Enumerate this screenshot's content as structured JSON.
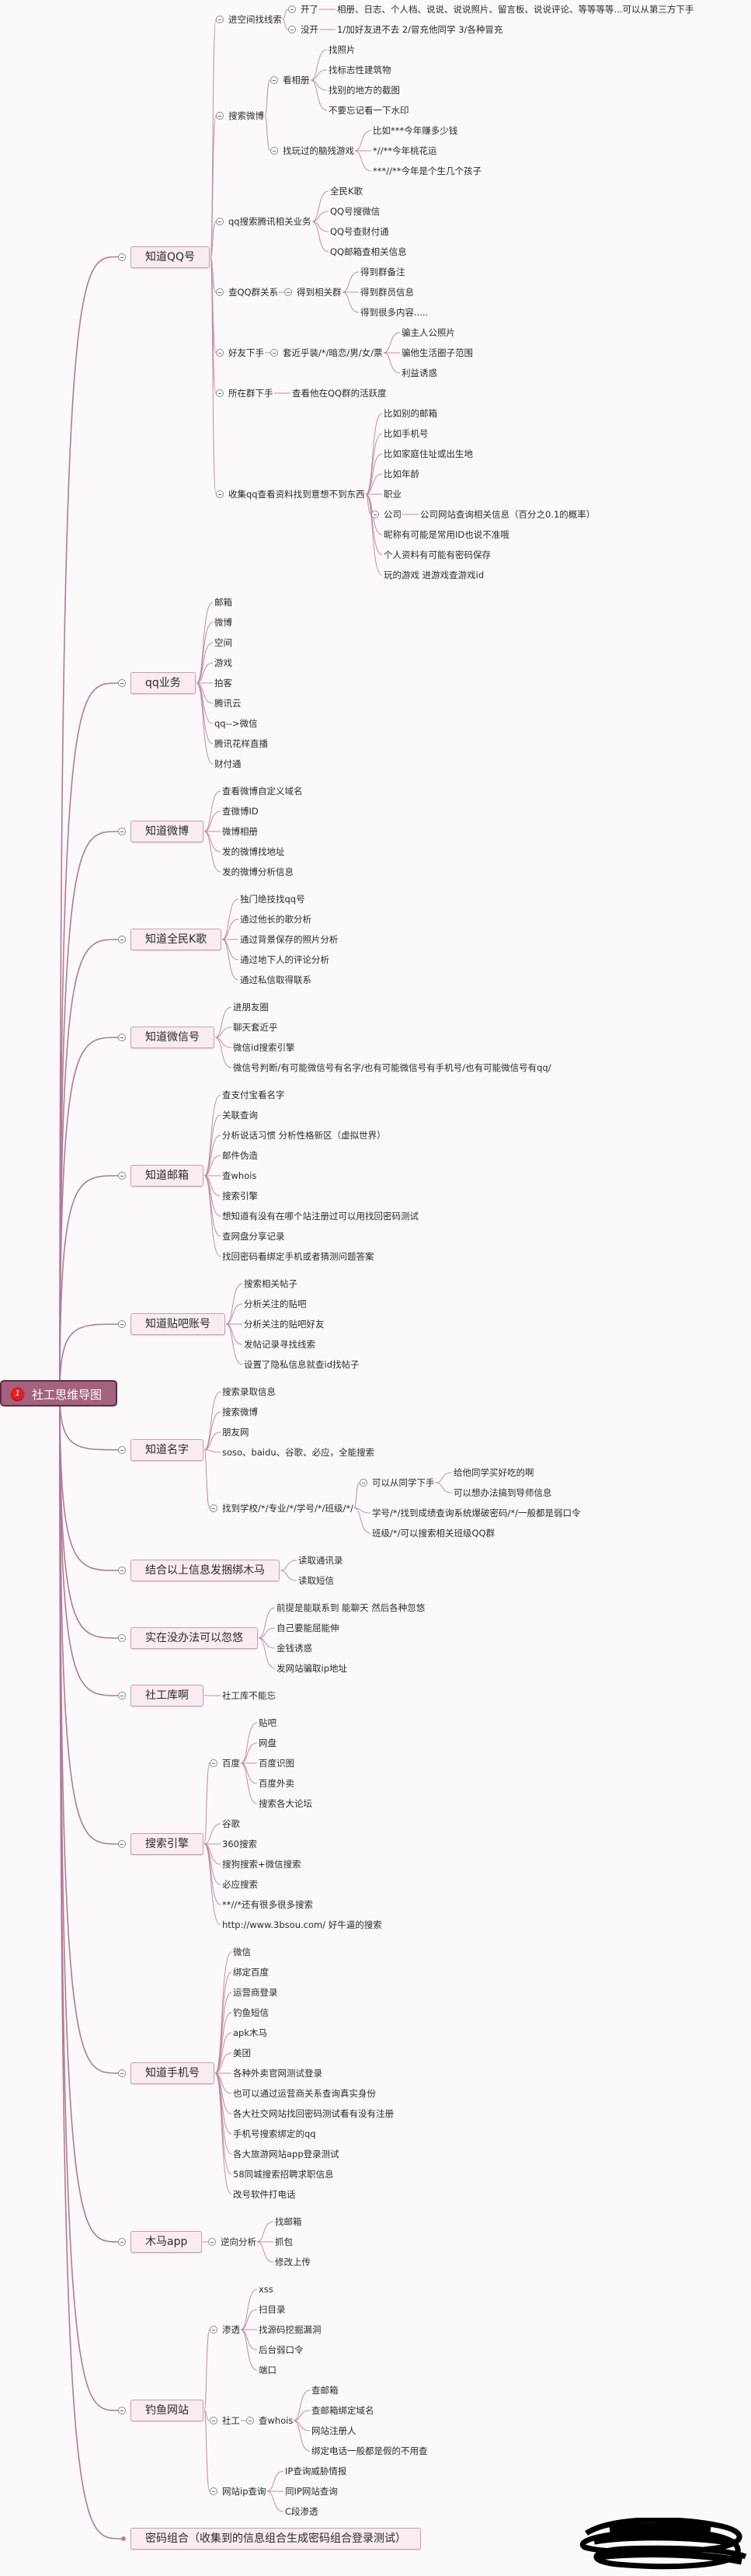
{
  "root": {
    "badge": "1",
    "label": "社工思维导图",
    "children": [
      {
        "label": "知道QQ号",
        "children": [
          {
            "label": "进空间找线索",
            "children": [
              {
                "label": "开了",
                "children": [
                  {
                    "label": "相册、日志、个人档、说说、说说照片、留言板、说说评论、等等等等...可以从第三方下手"
                  }
                ]
              },
              {
                "label": "没开",
                "children": [
                  {
                    "label": "1/加好友进不去  2/冒充他同学  3/各种冒充"
                  }
                ]
              }
            ]
          },
          {
            "label": "搜索微博",
            "children": [
              {
                "label": "看相册",
                "children": [
                  {
                    "label": "找照片"
                  },
                  {
                    "label": "找标志性建筑物"
                  },
                  {
                    "label": "找别的地方的截图"
                  },
                  {
                    "label": "不要忘记看一下水印"
                  }
                ]
              },
              {
                "label": "找玩过的脑残游戏",
                "children": [
                  {
                    "label": "比如***今年赚多少钱"
                  },
                  {
                    "label": "*//**今年桃花运"
                  },
                  {
                    "label": "***//**今年是个生几个孩子"
                  }
                ]
              }
            ]
          },
          {
            "label": "qq搜索腾讯相关业务",
            "children": [
              {
                "label": "全民K歌"
              },
              {
                "label": "QQ号搜微信"
              },
              {
                "label": "QQ号查财付通"
              },
              {
                "label": "QQ邮箱查相关信息"
              }
            ]
          },
          {
            "label": "查QQ群关系",
            "children": [
              {
                "label": "得到相关群",
                "children": [
                  {
                    "label": "得到群备注"
                  },
                  {
                    "label": "得到群员信息"
                  },
                  {
                    "label": "得到很多内容....."
                  }
                ]
              }
            ]
          },
          {
            "label": "好友下手",
            "children": [
              {
                "label": "套近乎装/*/暗恋/男/女/票",
                "children": [
                  {
                    "label": "骗主人公照片"
                  },
                  {
                    "label": "骗他生活圈子范围"
                  },
                  {
                    "label": "利益诱惑"
                  }
                ]
              }
            ]
          },
          {
            "label": "所在群下手",
            "children": [
              {
                "label": "查看他在QQ群的活跃度"
              }
            ]
          },
          {
            "label": "收集qq查看资料找到意想不到东西",
            "children": [
              {
                "label": "比如别的邮箱"
              },
              {
                "label": "比如手机号"
              },
              {
                "label": "比如家庭住址或出生地"
              },
              {
                "label": "比如年龄"
              },
              {
                "label": "职业"
              },
              {
                "label": "公司",
                "children": [
                  {
                    "label": "公司网站查询相关信息（百分之0.1的概率）"
                  }
                ]
              },
              {
                "label": "昵称有可能是常用ID也说不准哦"
              },
              {
                "label": "个人资料有可能有密码保存"
              },
              {
                "label": "玩的游戏 进游戏查游戏id"
              }
            ]
          }
        ]
      },
      {
        "label": "qq业务",
        "children": [
          {
            "label": "邮箱"
          },
          {
            "label": "微博"
          },
          {
            "label": "空间"
          },
          {
            "label": "游戏"
          },
          {
            "label": "拍客"
          },
          {
            "label": "腾讯云"
          },
          {
            "label": "qq-->微信"
          },
          {
            "label": "腾讯花样直播"
          },
          {
            "label": "财付通"
          }
        ]
      },
      {
        "label": "知道微博",
        "children": [
          {
            "label": "查看微博自定义域名"
          },
          {
            "label": "查微博ID"
          },
          {
            "label": "微博相册"
          },
          {
            "label": "发的微博找地址"
          },
          {
            "label": "发的微博分析信息"
          }
        ]
      },
      {
        "label": "知道全民K歌",
        "children": [
          {
            "label": "独门绝技找qq号"
          },
          {
            "label": "通过他长的歌分析"
          },
          {
            "label": "通过背景保存的照片分析"
          },
          {
            "label": "通过地下人的评论分析"
          },
          {
            "label": "通过私信取得联系"
          }
        ]
      },
      {
        "label": "知道微信号",
        "children": [
          {
            "label": "进朋友圈"
          },
          {
            "label": "聊天套近乎"
          },
          {
            "label": "微信id搜索引擎"
          },
          {
            "label": "微信号判断/有可能微信号有名字/也有可能微信号有手机号/也有可能微信号有qq/"
          }
        ]
      },
      {
        "label": "知道邮箱",
        "children": [
          {
            "label": "查支付宝看名字"
          },
          {
            "label": "关联查询"
          },
          {
            "label": "分析说话习惯 分析性格新区（虚拟世界）"
          },
          {
            "label": "邮件伪造"
          },
          {
            "label": "查whois"
          },
          {
            "label": "搜索引擎"
          },
          {
            "label": "想知道有没有在哪个站注册过可以用找回密码测试"
          },
          {
            "label": "查网盘分享记录"
          },
          {
            "label": "找回密码看绑定手机或者猜测问题答案"
          }
        ]
      },
      {
        "label": "知道贴吧账号",
        "children": [
          {
            "label": "搜索相关帖子"
          },
          {
            "label": "分析关注的贴吧"
          },
          {
            "label": "分析关注的贴吧好友"
          },
          {
            "label": "发帖记录寻找线索"
          },
          {
            "label": "设置了隐私信息就查id找帖子"
          }
        ]
      },
      {
        "label": "知道名字",
        "children": [
          {
            "label": "搜索录取信息"
          },
          {
            "label": "搜索微博"
          },
          {
            "label": "朋友网"
          },
          {
            "label": "soso、baidu、谷歌、必应，全能搜索"
          },
          {
            "label": "找到学校/*/专业/*/学号/*/班级/*/",
            "children": [
              {
                "label": "可以从同学下手",
                "children": [
                  {
                    "label": "给他同学买好吃的啊"
                  },
                  {
                    "label": "可以想办法搞到导师信息"
                  }
                ]
              },
              {
                "label": "学号/*/找到成绩查询系统爆破密码/*/一般都是弱口令"
              },
              {
                "label": "班级/*/可以搜索相关班级QQ群"
              }
            ]
          }
        ]
      },
      {
        "label": "结合以上信息发捆绑木马",
        "children": [
          {
            "label": "读取通讯录"
          },
          {
            "label": "读取短信"
          }
        ]
      },
      {
        "label": "实在没办法可以忽悠",
        "children": [
          {
            "label": "前提是能联系到 能聊天 然后各种忽悠"
          },
          {
            "label": "自己要能屈能伸"
          },
          {
            "label": "金钱诱惑"
          },
          {
            "label": "发网站骗取ip地址"
          }
        ]
      },
      {
        "label": "社工库啊",
        "children": [
          {
            "label": "社工库不能忘"
          }
        ]
      },
      {
        "label": "搜索引擎",
        "children": [
          {
            "label": "百度",
            "children": [
              {
                "label": "贴吧"
              },
              {
                "label": "网盘"
              },
              {
                "label": "百度识图"
              },
              {
                "label": "百度外卖"
              },
              {
                "label": "搜索各大论坛"
              }
            ]
          },
          {
            "label": "谷歌"
          },
          {
            "label": "360搜索"
          },
          {
            "label": "搜狗搜索+微信搜索"
          },
          {
            "label": "必应搜索"
          },
          {
            "label": "**//*还有很多很多搜索"
          },
          {
            "label": "http://www.3bsou.com/  好牛逼的搜索"
          }
        ]
      },
      {
        "label": "知道手机号",
        "children": [
          {
            "label": "微信"
          },
          {
            "label": "绑定百度"
          },
          {
            "label": "运营商登录"
          },
          {
            "label": "钓鱼短信"
          },
          {
            "label": "apk木马"
          },
          {
            "label": "美团"
          },
          {
            "label": "各种外卖官网测试登录"
          },
          {
            "label": "也可以通过运营商关系查询真实身份"
          },
          {
            "label": "各大社交网站找回密码测试看有没有注册"
          },
          {
            "label": "手机号搜索绑定的qq"
          },
          {
            "label": "各大旅游网站app登录测试"
          },
          {
            "label": "58同城搜索招聘求职信息"
          },
          {
            "label": "改号软件打电话"
          }
        ]
      },
      {
        "label": "木马app",
        "children": [
          {
            "label": "逆向分析",
            "children": [
              {
                "label": "找邮箱"
              },
              {
                "label": "抓包"
              },
              {
                "label": "修改上传"
              }
            ]
          }
        ]
      },
      {
        "label": "钓鱼网站",
        "children": [
          {
            "label": "渗透",
            "children": [
              {
                "label": "xss"
              },
              {
                "label": "扫目录"
              },
              {
                "label": "找源码挖掘漏洞"
              },
              {
                "label": "后台弱口令"
              },
              {
                "label": "端口"
              }
            ]
          },
          {
            "label": "社工",
            "children": [
              {
                "label": "查whois",
                "children": [
                  {
                    "label": "查邮箱"
                  },
                  {
                    "label": "查邮箱绑定域名"
                  },
                  {
                    "label": "网站注册人"
                  },
                  {
                    "label": "绑定电话一般都是假的不用查"
                  }
                ]
              }
            ]
          },
          {
            "label": "网站ip查询",
            "children": [
              {
                "label": "IP查询威胁情报"
              },
              {
                "label": "同IP网站查询"
              },
              {
                "label": "C段渗透"
              }
            ]
          }
        ]
      },
      {
        "label": "密码组合（收集到的信息组合生成密码组合登录测试）"
      }
    ]
  },
  "colors": {
    "root_fill": "#a4627f",
    "root_border": "#5d2b40",
    "main_fill": "#f8ecf1",
    "main_border": "#c9a1b1",
    "branch_line": "#c48ea3",
    "badge": "#e0211d"
  }
}
